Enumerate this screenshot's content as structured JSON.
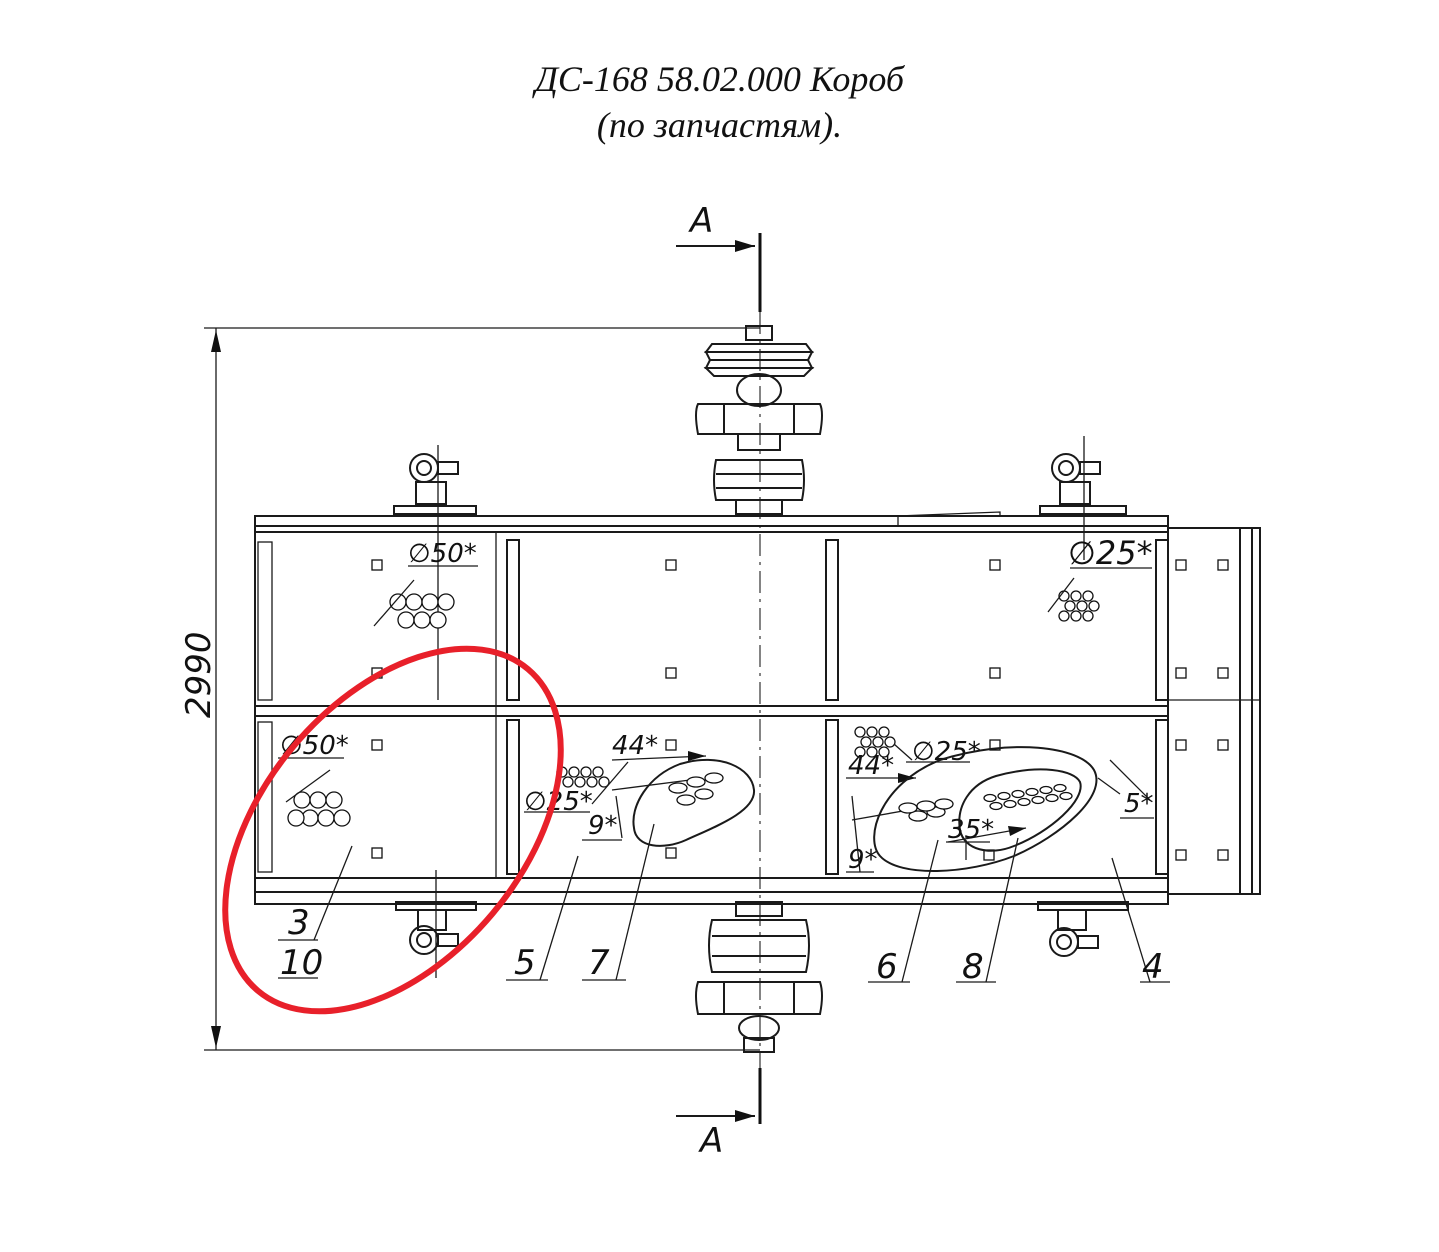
{
  "title": {
    "line1": "ДС-168 58.02.000 Короб",
    "line2": "(по запчастям)."
  },
  "section": {
    "top_label": "A",
    "bottom_label": "A"
  },
  "dimensions": {
    "overall_height": "2990"
  },
  "hole_callouts": {
    "d50_top": "∅50*",
    "d25_top": "∅25*",
    "d50_bottom": "∅50*",
    "d25_mid": "∅25*",
    "d25_right": "∅25*",
    "pitch_44_mid": "44*",
    "pitch_9_mid": "9*",
    "pitch_44_right": "44*",
    "pitch_9_right": "9*",
    "pitch_35": "35*",
    "pitch_5": "5*"
  },
  "part_labels": {
    "p3": "3",
    "p10": "10",
    "p5": "5",
    "p7": "7",
    "p6": "6",
    "p8": "8",
    "p4": "4"
  },
  "colors": {
    "line": "#1a1a1a",
    "highlight": "#e8202a",
    "background": "#ffffff"
  }
}
